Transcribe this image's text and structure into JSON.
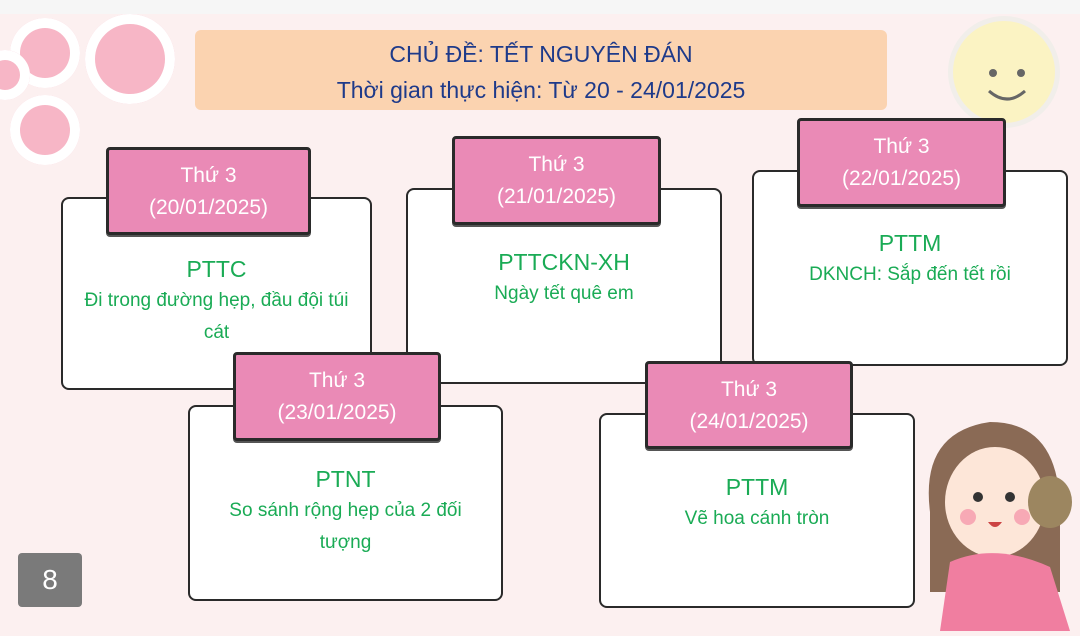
{
  "header": {
    "title": "CHỦ ĐỀ: TẾT NGUYÊN ĐÁN",
    "subtitle": "Thời gian thực hiện: Từ 20 - 24/01/2025"
  },
  "days": [
    {
      "day": "Thứ 3",
      "date": "(20/01/2025)",
      "subject": "PTTC",
      "activity": "Đi trong đường hẹp, đầu đội túi cát"
    },
    {
      "day": "Thứ 3",
      "date": "(21/01/2025)",
      "subject": "PTTCKN-XH",
      "activity": "Ngày tết quê em"
    },
    {
      "day": "Thứ 3",
      "date": "(22/01/2025)",
      "subject": "PTTM",
      "activity": "DKNCH: Sắp đến tết rồi"
    },
    {
      "day": "Thứ 3",
      "date": "(23/01/2025)",
      "subject": "PTNT",
      "activity": "So sánh rộng hẹp của 2 đối tượng"
    },
    {
      "day": "Thứ 3",
      "date": "(24/01/2025)",
      "subject": "PTTM",
      "activity": "Vẽ hoa cánh tròn"
    }
  ],
  "page_number": "8"
}
